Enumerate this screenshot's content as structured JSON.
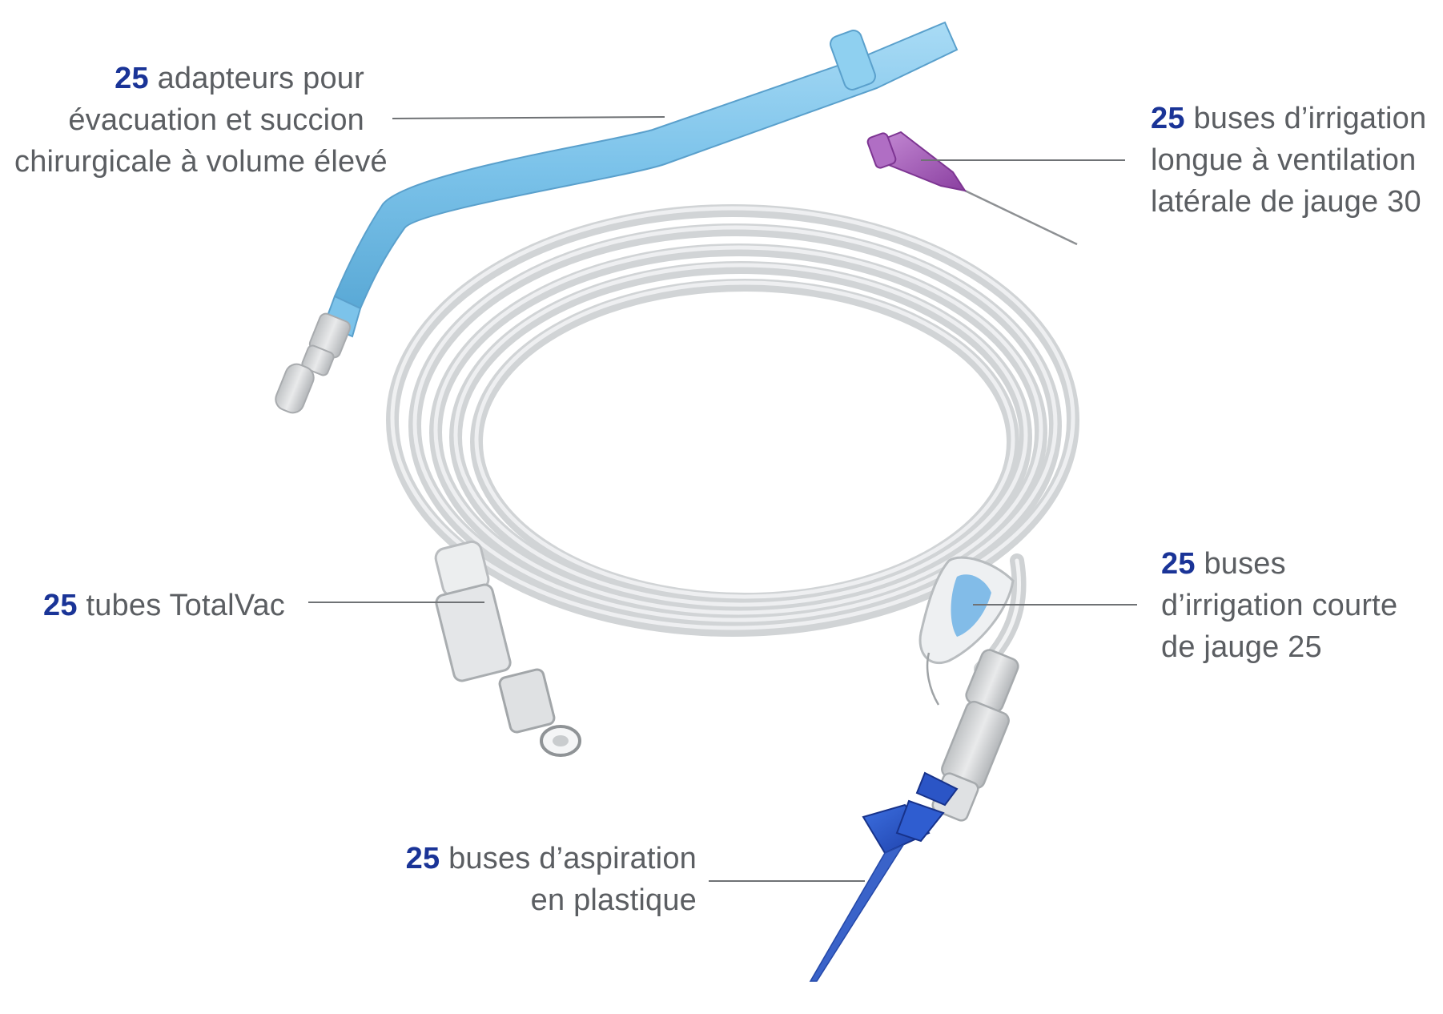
{
  "labels": {
    "hve_adapters": {
      "qty": "25",
      "line1": "adapteurs pour",
      "line2": "évacuation et succion",
      "line3": "chirurgicale à volume élevé"
    },
    "long_irrigation": {
      "qty": "25",
      "line1": "buses d’irrigation",
      "line2": "longue à ventilation",
      "line3": "latérale de jauge 30"
    },
    "tubes": {
      "qty": "25",
      "line1": "tubes TotalVac"
    },
    "short_irrigation": {
      "qty": "25",
      "line1": "buses",
      "line2": "d’irrigation courte",
      "line3": "de jauge 25"
    },
    "aspiration_tips": {
      "qty": "25",
      "line1": "buses d’aspiration",
      "line2": "en plastique"
    }
  },
  "colors": {
    "quantity_text": "#1a3497",
    "label_text": "#5b5e62",
    "leader_line": "#6f7275",
    "hve_adapter": "#7cc3ea",
    "tubing": "#d9dbdd",
    "long_tip_hub": "#a35bb8",
    "aspiration_tip": "#2b55c6"
  }
}
